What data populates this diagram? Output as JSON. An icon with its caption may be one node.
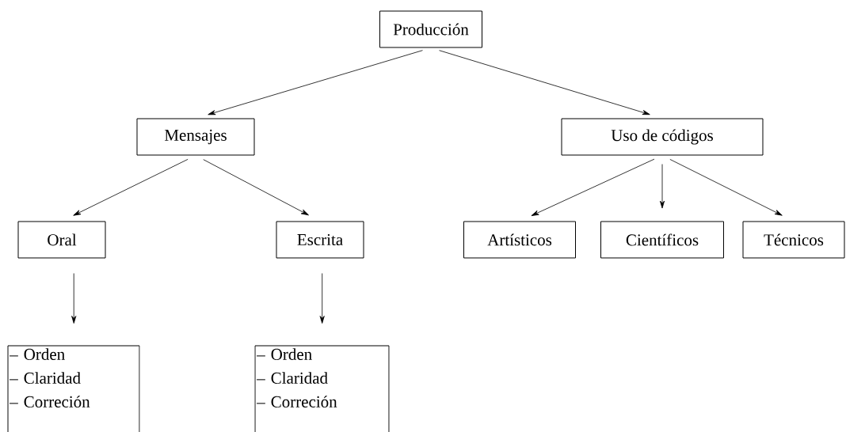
{
  "diagram": {
    "nodes": [
      {
        "text": [
          "Producción"
        ]
      },
      {
        "text": [
          "Mensajes"
        ]
      },
      {
        "text": [
          "Uso de códigos"
        ]
      },
      {
        "text": [
          "Oral"
        ]
      },
      {
        "text": [
          "Escrita"
        ]
      },
      {
        "text": [
          "Artísticos"
        ]
      },
      {
        "text": [
          "Científicos"
        ]
      },
      {
        "text": [
          "Técnicos"
        ]
      },
      {
        "text": [
          "– Orden",
          "– Claridad",
          "– Correción"
        ]
      },
      {
        "text": [
          "– Orden",
          "– Claridad",
          "– Correción"
        ]
      }
    ],
    "edges": [
      {
        "from": 0,
        "to": 1,
        "arrow": "to"
      },
      {
        "from": 0,
        "to": 2,
        "arrow": "to"
      },
      {
        "from": 1,
        "to": 3,
        "arrow": "to"
      },
      {
        "from": 1,
        "to": 4,
        "arrow": "to"
      },
      {
        "from": 2,
        "to": 5,
        "arrow": "to"
      },
      {
        "from": 2,
        "to": 6,
        "arrow": "to"
      },
      {
        "from": 2,
        "to": 7,
        "arrow": "to"
      },
      {
        "from": 3,
        "to": 8,
        "arrow": "to"
      },
      {
        "from": 4,
        "to": 9,
        "arrow": "to"
      }
    ]
  }
}
